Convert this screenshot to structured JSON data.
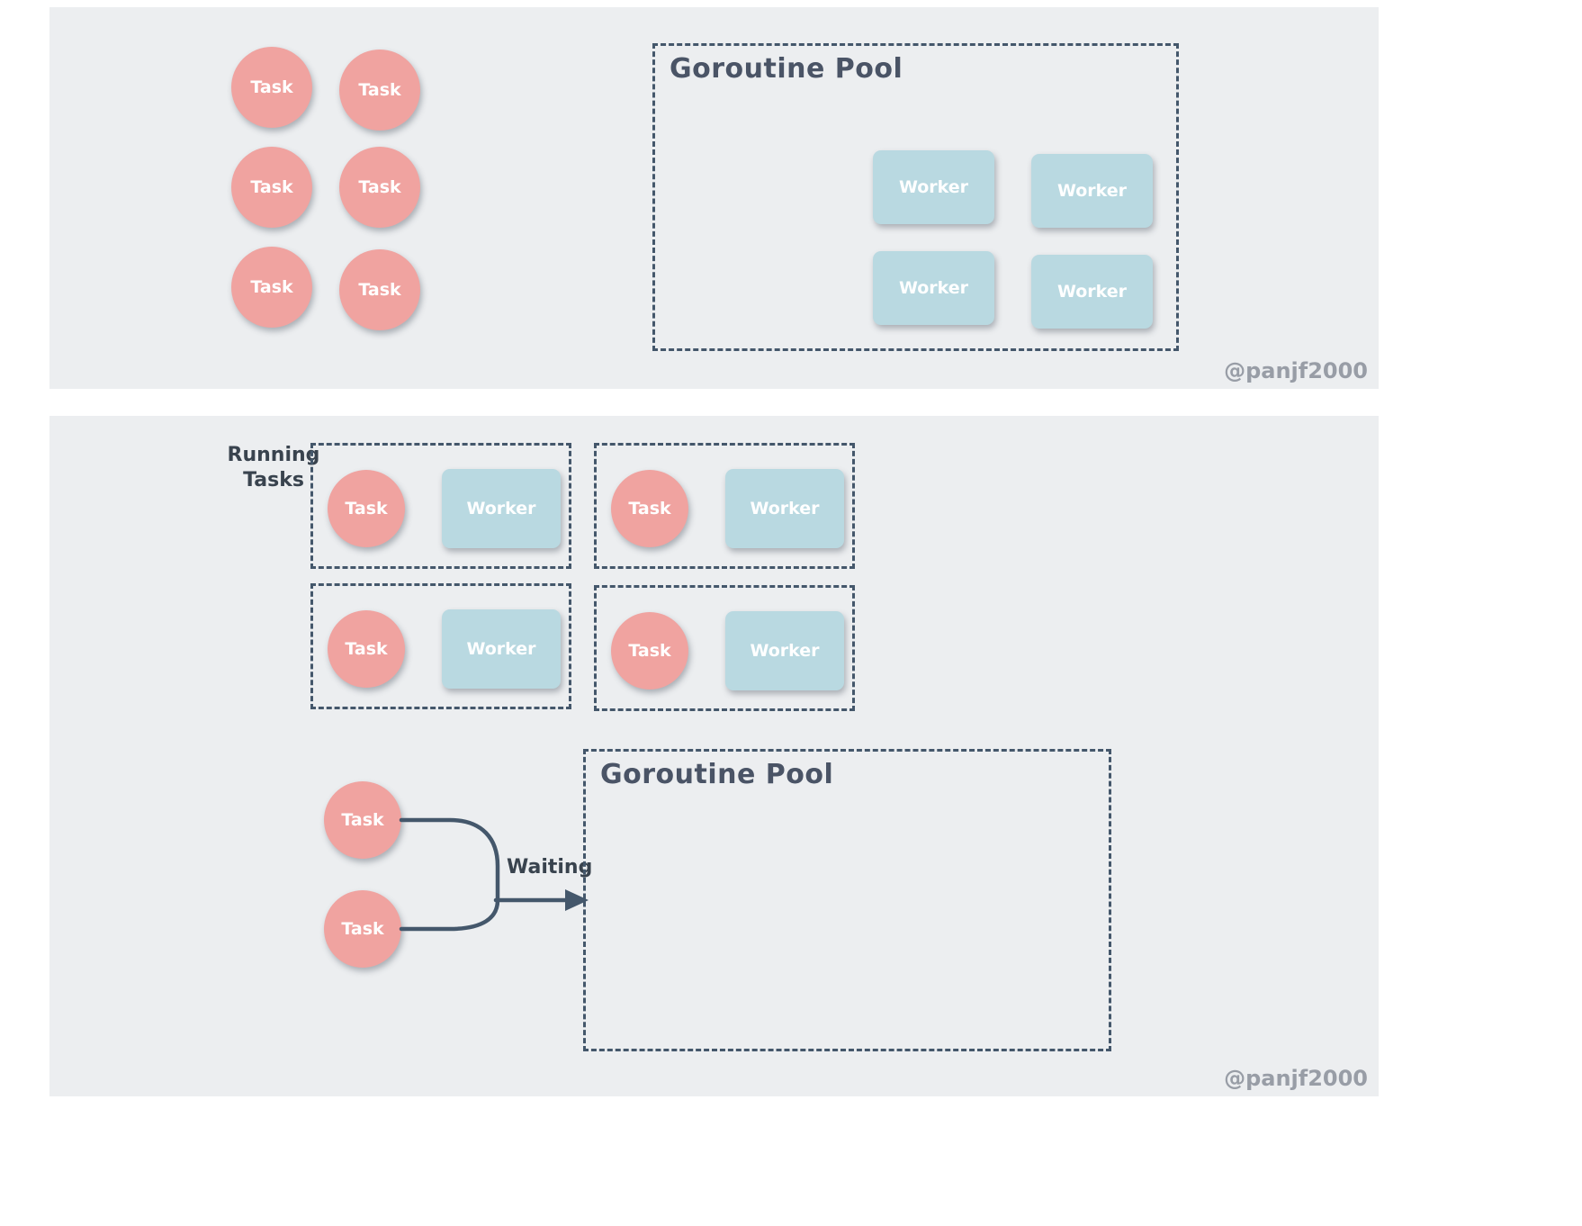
{
  "colors": {
    "page_bg": "#ffffff",
    "panel_bg": "#eceef0",
    "task_fill": "#f0a3a0",
    "worker_fill": "#b9d9e1",
    "dashed_border": "#44576b",
    "pool_title": "#4a5466",
    "label_text": "#39434e",
    "shape_text": "#ffffff",
    "watermark": "#989da6",
    "arrow": "#44576b"
  },
  "labels": {
    "task": "Task",
    "worker": "Worker",
    "pool_title": "Goroutine Pool",
    "running_line1": "Running",
    "running_line2": "Tasks",
    "waiting": "Waiting",
    "watermark": "@panjf2000"
  },
  "top_panel": {
    "task_count": 6,
    "worker_count": 4,
    "pool_title": "Goroutine Pool",
    "watermark": "@panjf2000"
  },
  "bottom_panel": {
    "running_pair_count": 4,
    "waiting_task_count": 2,
    "pool_title": "Goroutine Pool",
    "waiting_label": "Waiting",
    "watermark": "@panjf2000"
  }
}
